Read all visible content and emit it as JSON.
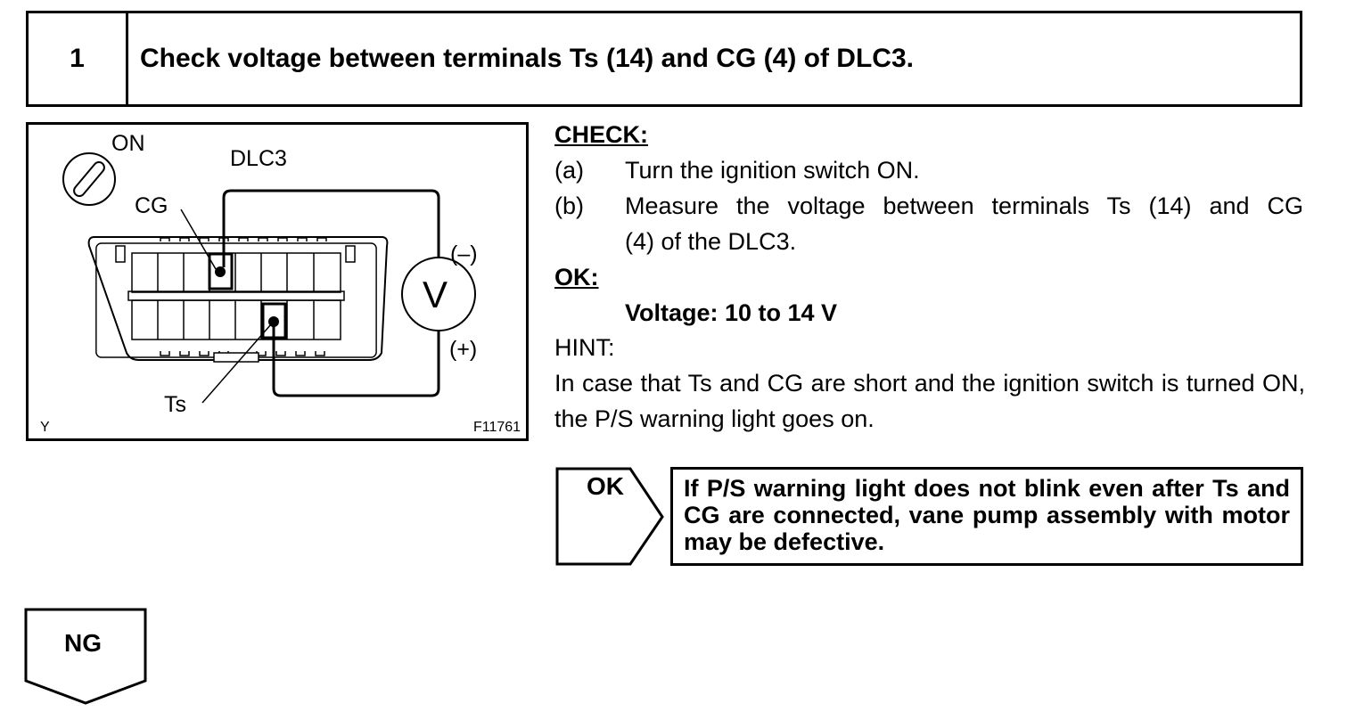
{
  "header": {
    "step_number": "1",
    "title": "Check voltage between terminals Ts (14) and CG (4) of DLC3."
  },
  "illustration": {
    "switch_label": "ON",
    "connector_label": "DLC3",
    "cg_label": "CG",
    "ts_label": "Ts",
    "meter_symbol": "V",
    "neg_label": "(–)",
    "pos_label": "(+)",
    "corner_code": "Y",
    "figure_id": "F11761"
  },
  "check": {
    "heading": "CHECK:",
    "steps": [
      {
        "marker": "(a)",
        "text": "Turn the ignition switch ON."
      },
      {
        "marker": "(b)",
        "text": "Measure the voltage between terminals Ts (14) and CG",
        "cont": "(4) of the DLC3."
      }
    ]
  },
  "ok_spec": {
    "heading": "OK:",
    "value": "Voltage: 10 to 14 V"
  },
  "hint": {
    "heading": "HINT:",
    "text": "In case that Ts and CG are short and the ignition switch is turned ON, the P/S warning light goes on."
  },
  "ok_result": {
    "label": "OK",
    "text": "If P/S warning light does not blink even after Ts and CG are connected, vane pump assembly with motor may be defective."
  },
  "ng_result": {
    "label": "NG"
  }
}
